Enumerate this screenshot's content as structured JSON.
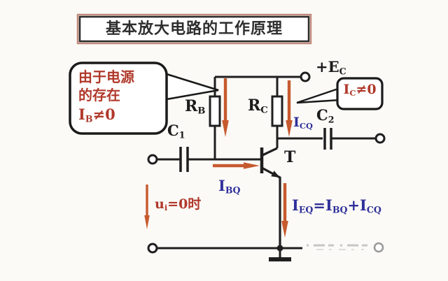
{
  "title": "基本放大电路的工作原理",
  "callout_left": {
    "line1": "由于电源",
    "line2": "的存在",
    "formula_main": "I",
    "formula_sub": "B",
    "formula_rest": "≠0"
  },
  "callout_right": {
    "main": "I",
    "sub": "C",
    "rest": "≠0"
  },
  "labels": {
    "supply": {
      "main": "+E",
      "sub": "C"
    },
    "rb": {
      "main": "R",
      "sub": "B"
    },
    "rc": {
      "main": "R",
      "sub": "C"
    },
    "c1": {
      "main": "C",
      "sub": "1"
    },
    "c2": {
      "main": "C",
      "sub": "2"
    },
    "transistor": "T",
    "ibq": {
      "main": "I",
      "sub": "BQ"
    },
    "icq": {
      "main": "I",
      "sub": "CQ"
    },
    "ieq": {
      "p1m": "I",
      "p1s": "EQ",
      "p2m": "=I",
      "p2s": "BQ",
      "p3m": "+I",
      "p3s": "CQ"
    },
    "ui": {
      "main": "u",
      "sub": "i",
      "rest": "=0时"
    }
  },
  "colors": {
    "wire": "#1f1f1f",
    "current_arrow": "#c65a2e",
    "annotation_red": "#b0392b",
    "annotation_blue": "#30309a",
    "title_outer_border": "#c28b7d"
  }
}
